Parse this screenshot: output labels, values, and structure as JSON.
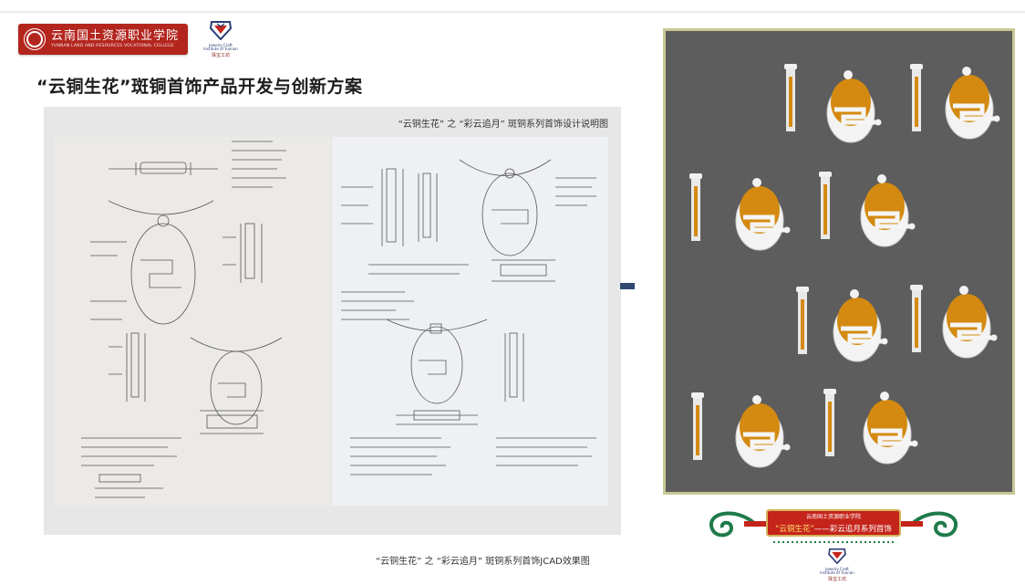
{
  "header": {
    "college_name_cn": "云南国土资源职业学院",
    "college_name_en": "YUNNAN LAND AND RESOURCES VOCATIONAL COLLEGE",
    "badge_caption": "Jewelry Craft Institute of Yunnan",
    "badge_name": "珠宝工坊"
  },
  "title": "“云铜生花”斑铜首饰产品开发与创新方案",
  "sketch_caption": "“云铜生花” 之 “彩云追月” 斑铜系列首饰设计说明图",
  "render_caption": "“云铜生花” 之 “彩云追月” 斑铜系列首饰JCAD效果图",
  "banner": {
    "top_text": "云南国土资源职业学院",
    "main_text_highlight": "“云铜生花”",
    "main_text_rest": "——彩云追月系列首饰"
  },
  "colors": {
    "brand_red": "#b3261e",
    "render_bg": "#5d5d5d",
    "render_frame": "#c7c796",
    "gold": "#d48a10",
    "divider": "#2f4a6e"
  }
}
